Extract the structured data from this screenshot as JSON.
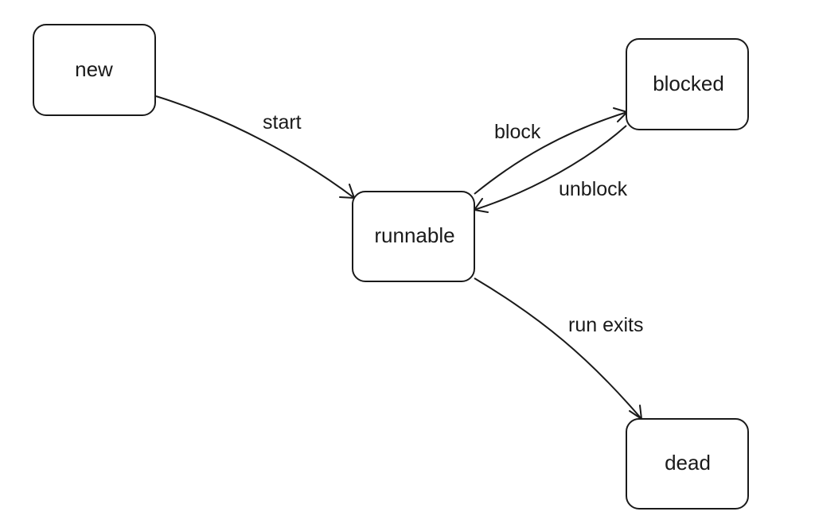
{
  "states": {
    "new": "new",
    "runnable": "runnable",
    "blocked": "blocked",
    "dead": "dead"
  },
  "transitions": {
    "start": "start",
    "block": "block",
    "unblock": "unblock",
    "run_exits": "run exits"
  },
  "colors": {
    "stroke": "#1a1a1a",
    "background": "#ffffff"
  }
}
